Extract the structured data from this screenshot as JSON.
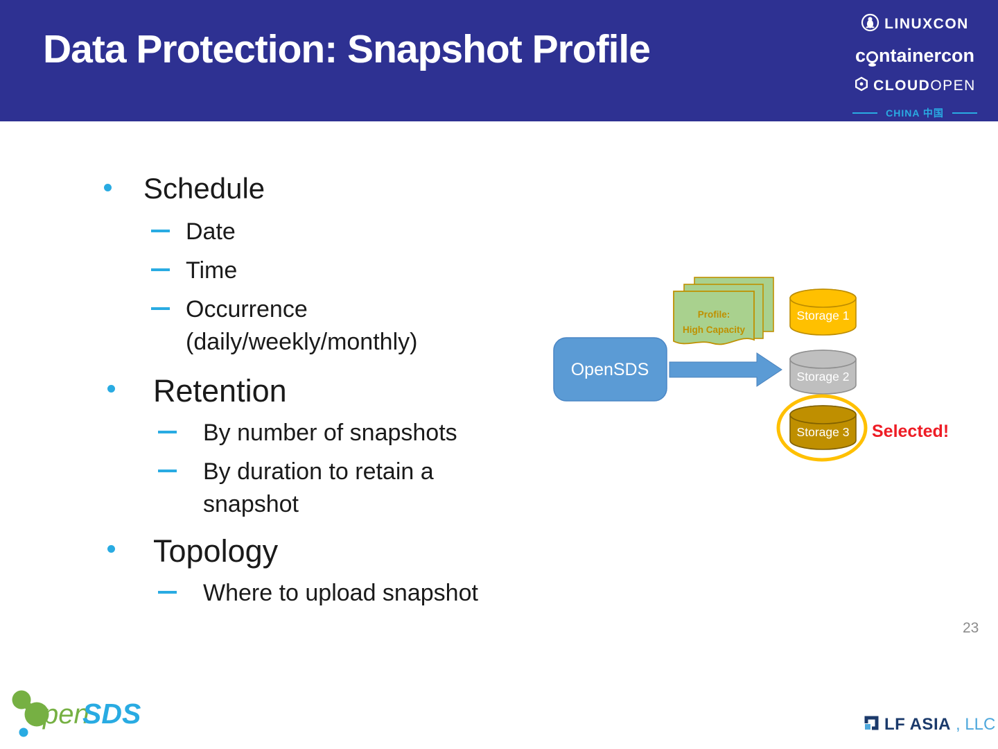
{
  "slide": {
    "title": "Data Protection: Snapshot Profile",
    "page_number": "23"
  },
  "header": {
    "background_color": "#2E3192",
    "accent_blue": "#29ABE2",
    "logos": {
      "linuxcon": "LINUXCON",
      "containercon_prefix": "c",
      "containercon_suffix": "ntainercon",
      "cloudopen_bold": "CLOUD",
      "cloudopen_light": "OPEN",
      "china": "CHINA 中国"
    }
  },
  "content": {
    "bullet_color": "#29ABE2",
    "bullets": [
      {
        "level": 1,
        "text": "Schedule"
      },
      {
        "level": 2,
        "text": "Date"
      },
      {
        "level": 2,
        "text": "Time"
      },
      {
        "level": 2,
        "text": "Occurrence (daily/weekly/monthly)"
      },
      {
        "level": 1,
        "text": "Retention"
      },
      {
        "level": 2,
        "text": "By number of snapshots"
      },
      {
        "level": 2,
        "text": "By duration to retain a snapshot"
      },
      {
        "level": 1,
        "text": "Topology"
      },
      {
        "level": 2,
        "text": "Where to upload snapshot"
      }
    ]
  },
  "diagram": {
    "opensds_label": "OpenSDS",
    "opensds_fill": "#5B9BD5",
    "opensds_stroke": "#4A86C5",
    "arrow_fill": "#5B9BD5",
    "arrow_stroke": "#4981BC",
    "profile_card": {
      "line1": "Profile:",
      "line2": "High Capacity",
      "fill": "#A9D18E",
      "stroke": "#BF9000",
      "text_color": "#BF9000"
    },
    "storages": [
      {
        "label": "Storage 1",
        "fill": "#FFC000",
        "stroke": "#BC8C00"
      },
      {
        "label": "Storage 2",
        "fill": "#BFBFBF",
        "stroke": "#8F8F8F"
      },
      {
        "label": "Storage 3",
        "fill": "#BF8F00",
        "stroke": "#7F6000"
      }
    ],
    "selected_label": "Selected!",
    "selected_color": "#EE1C25",
    "highlight_color": "#FFC000"
  },
  "footer": {
    "opensds_pen": "pen",
    "opensds_sds": "SDS",
    "opensds_green": "#76B043",
    "opensds_blue": "#29ABE2",
    "lf_asia_bold": "LF ASIA",
    "lf_asia_light": ", LLC"
  }
}
